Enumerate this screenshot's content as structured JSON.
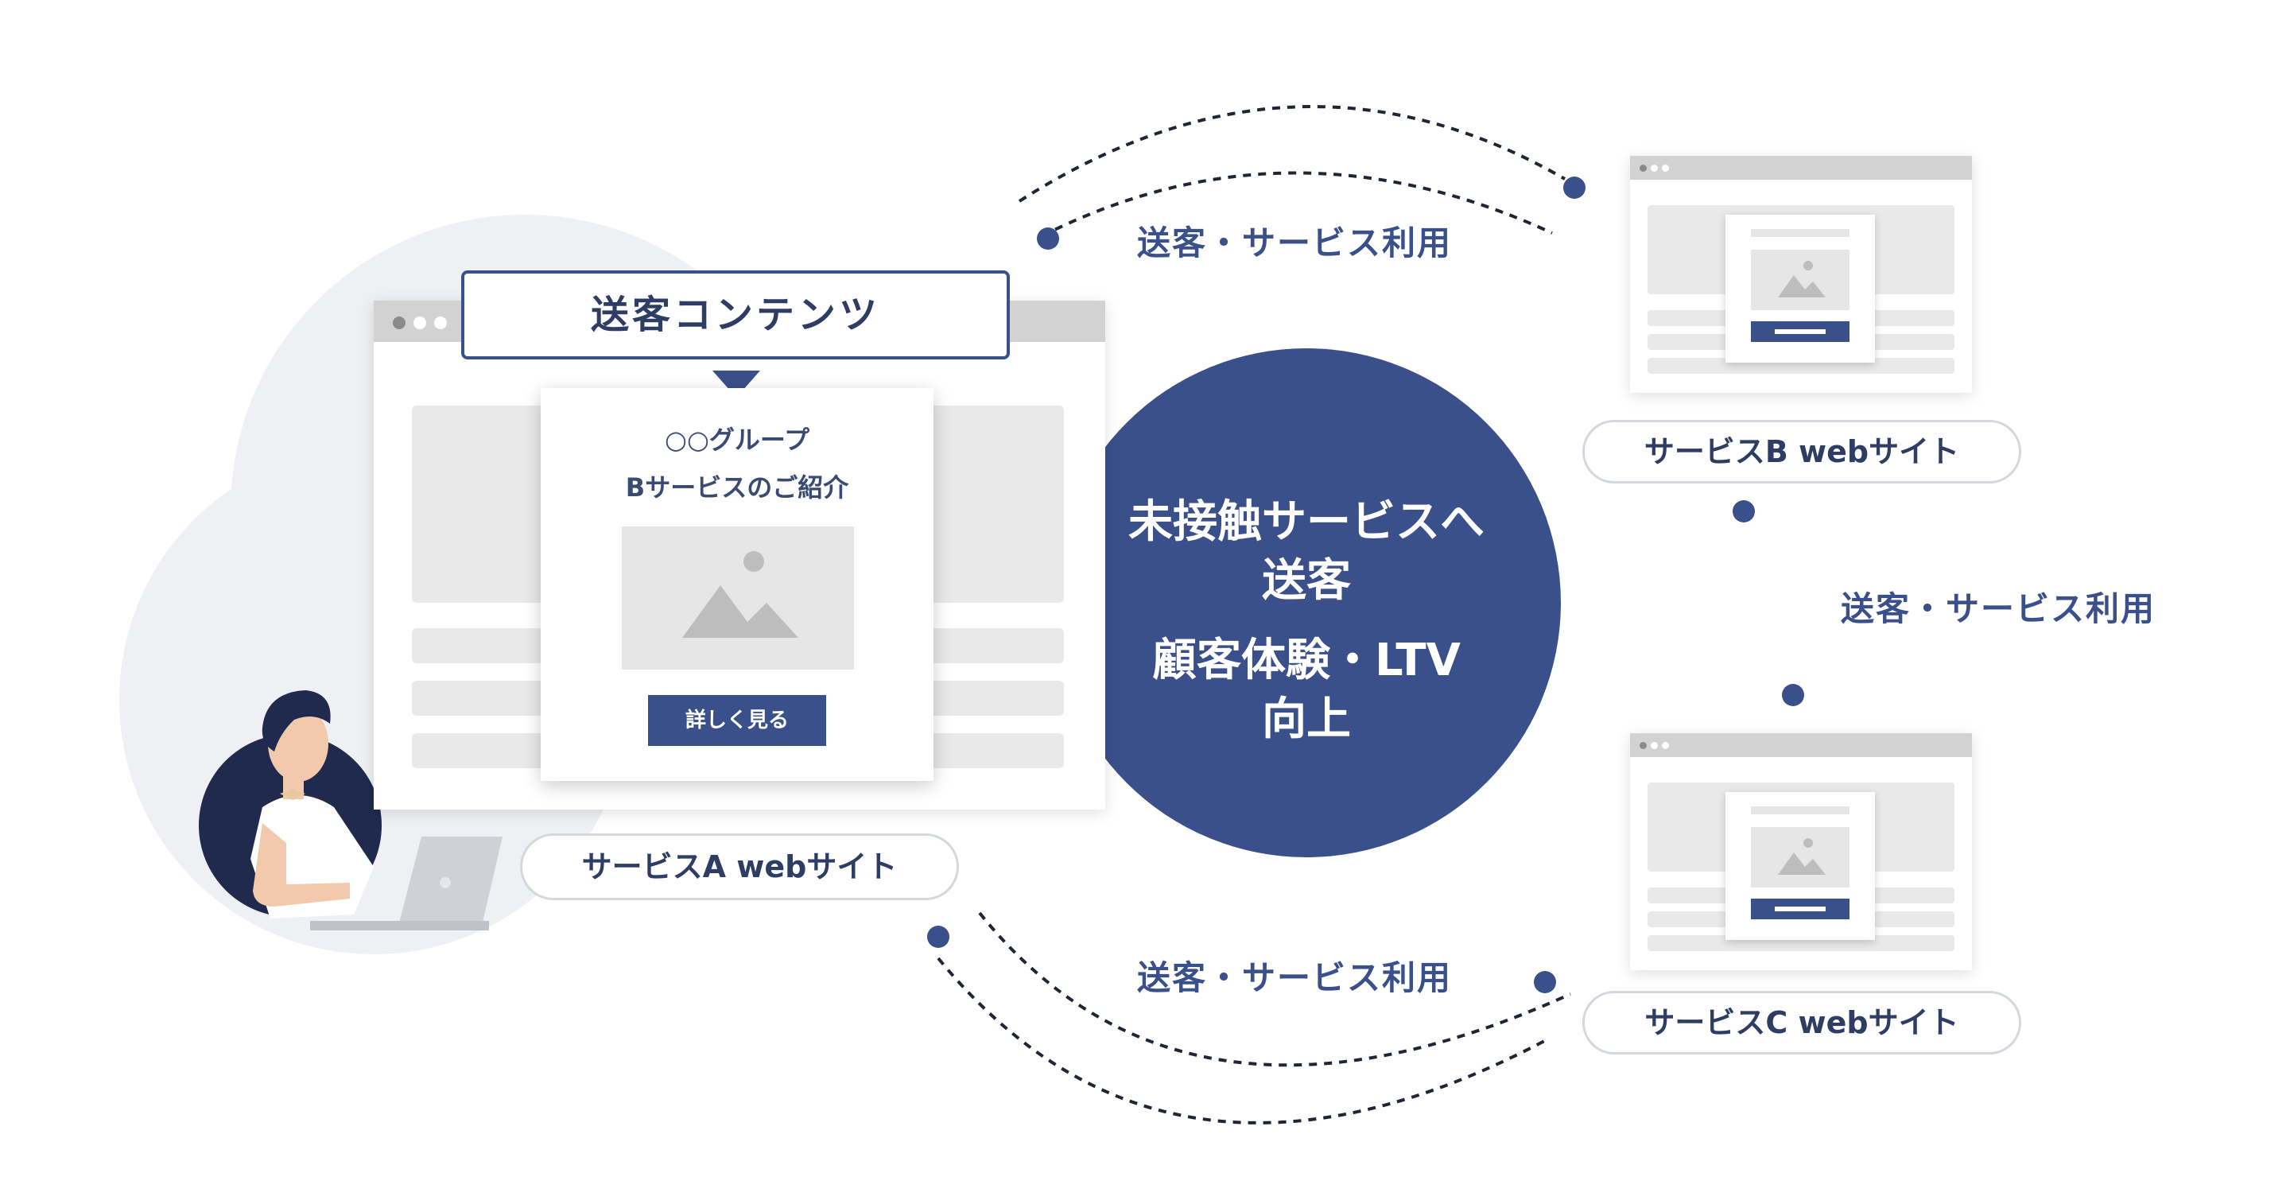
{
  "colors": {
    "navy": "#3a508a",
    "text_dark": "#2d3d63",
    "placeholder": "#e9e9e9",
    "bg_circle": "#eef0f4"
  },
  "callout": {
    "label": "送客コンテンツ"
  },
  "popup": {
    "line1": "○○グループ",
    "line2": "Bサービスのご紹介",
    "image_icon": "image-placeholder-icon",
    "button": "詳しく見る"
  },
  "center": {
    "line1": "未接触サービスへ",
    "line2": "送客",
    "line3": "顧客体験・LTV",
    "line4": "向上"
  },
  "sites": {
    "a": "サービスA webサイト",
    "b": "サービスB webサイト",
    "c": "サービスC webサイト"
  },
  "flows": {
    "top": "送客・サービス利用",
    "right": "送客・サービス利用",
    "bottom": "送客・サービス利用"
  }
}
